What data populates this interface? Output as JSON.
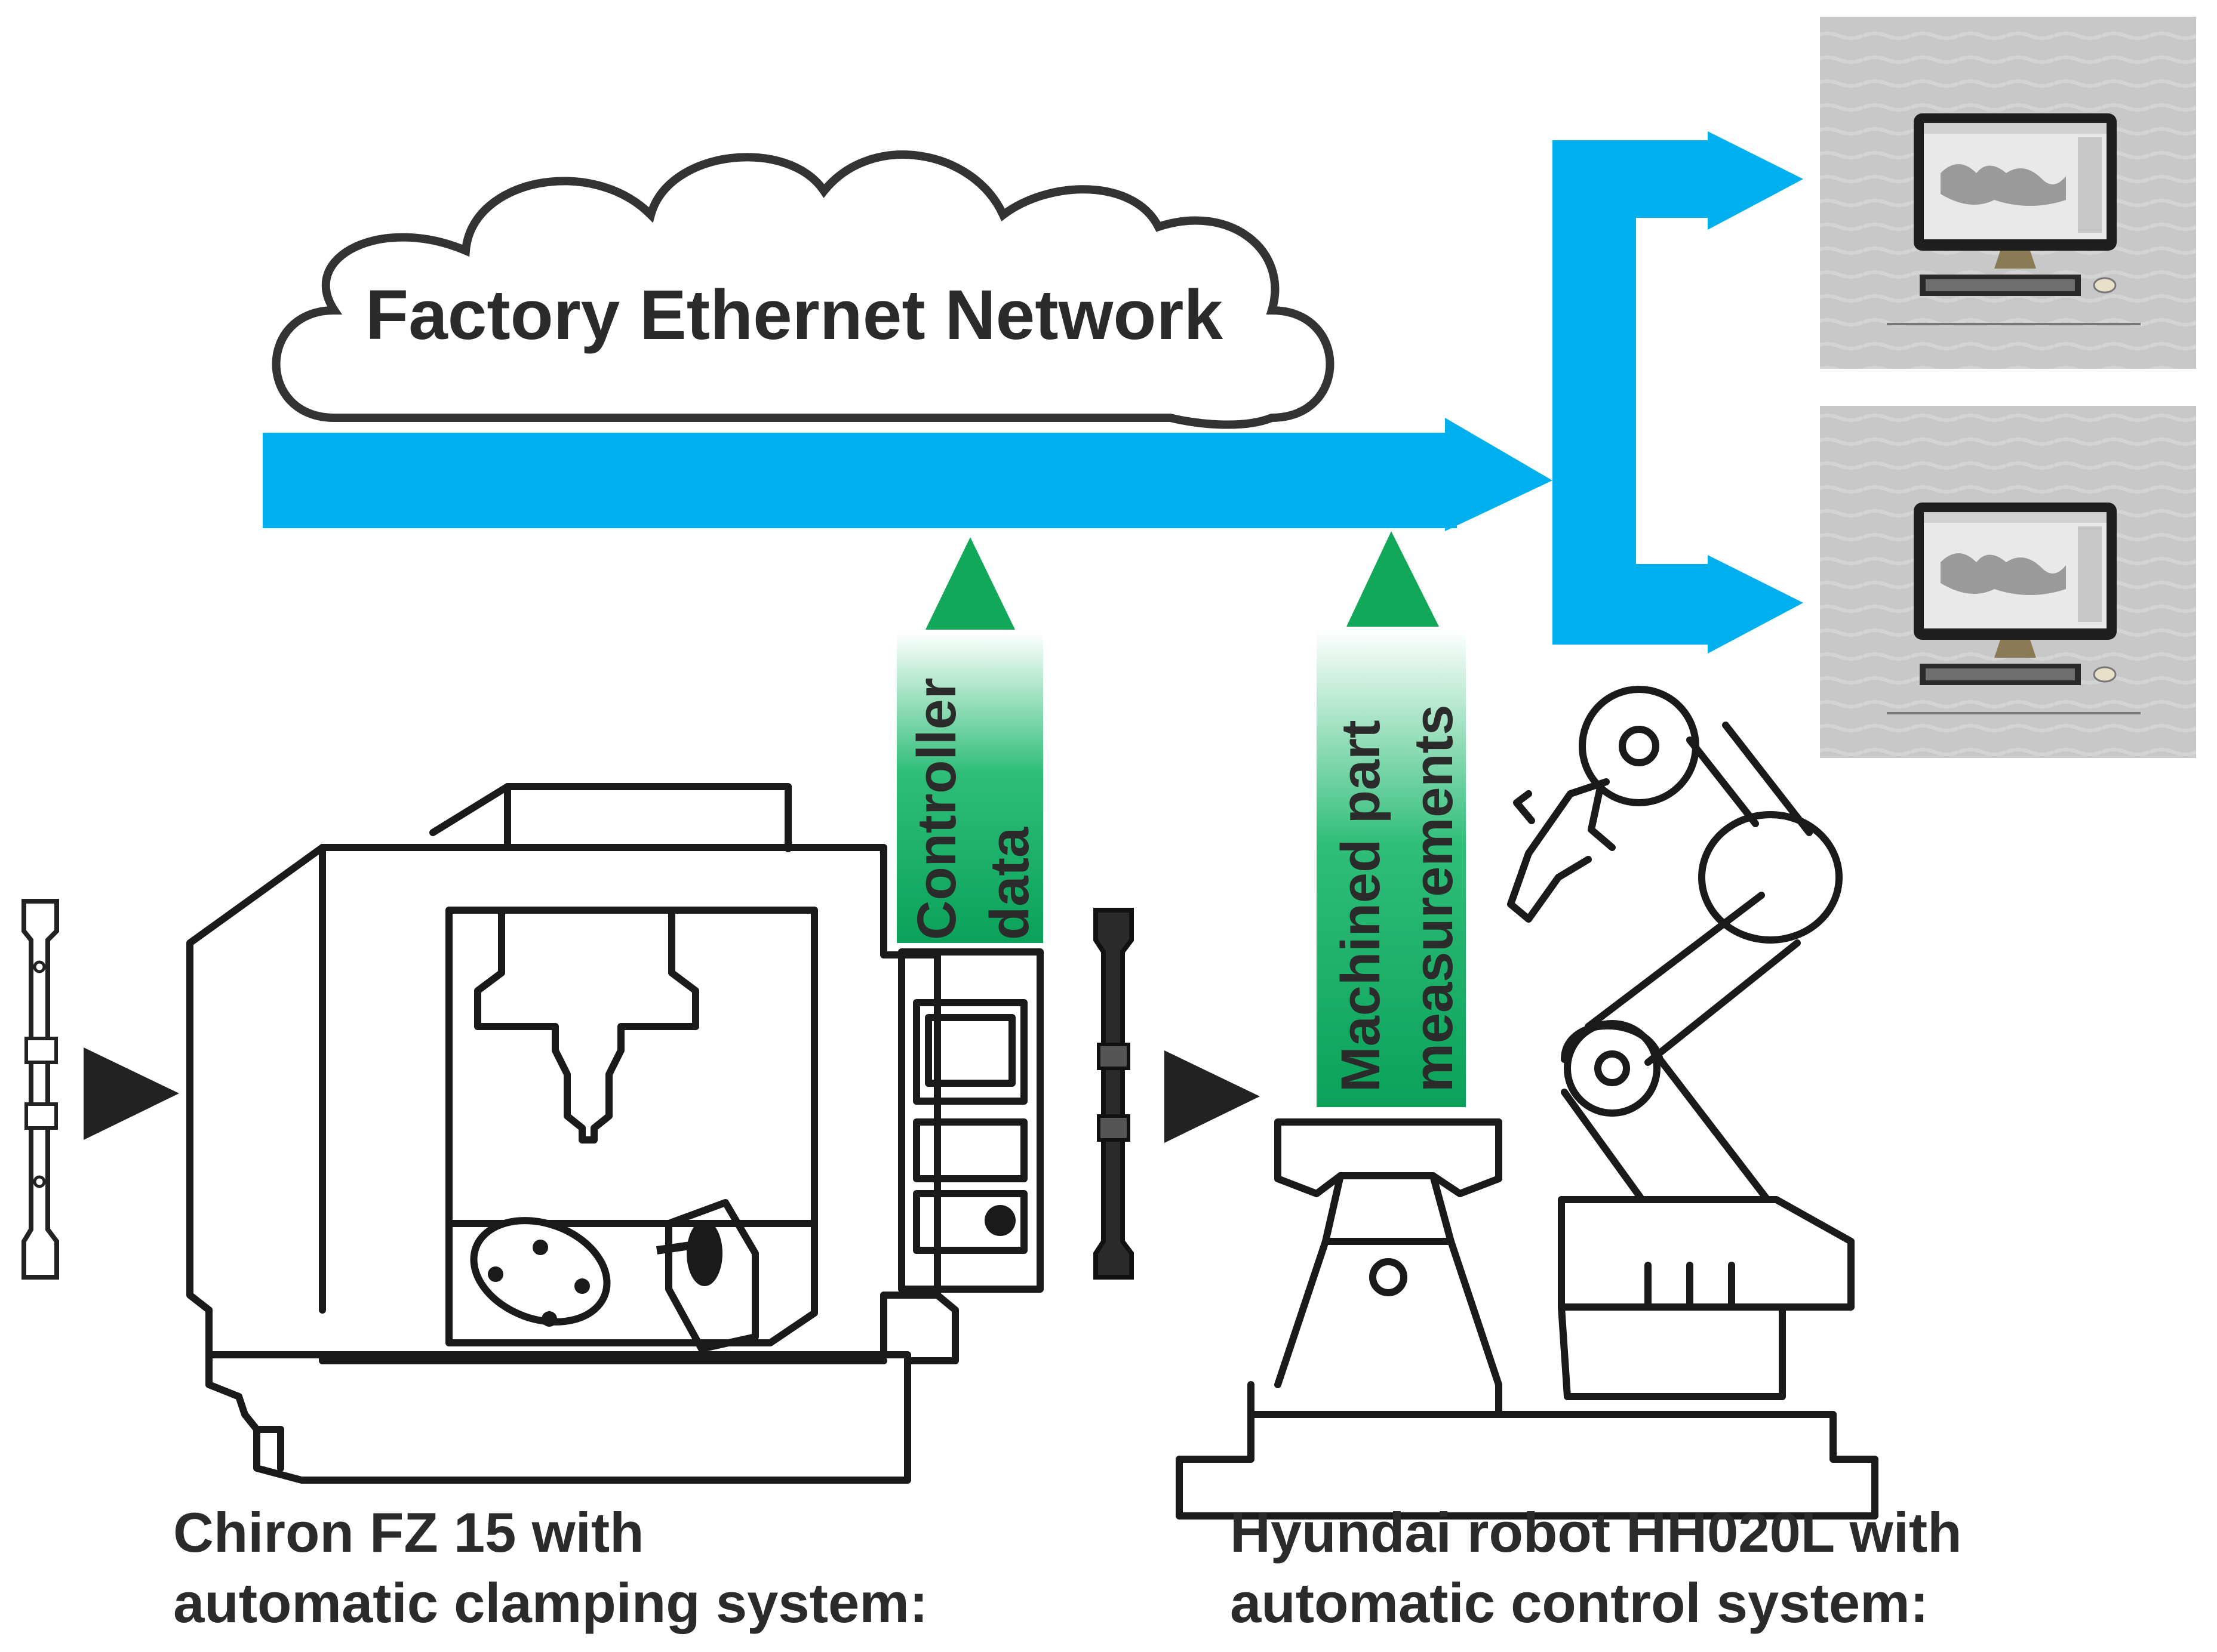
{
  "cloud": {
    "label": "Factory Ethernet Network"
  },
  "flows": {
    "controller": {
      "line1": "Controller",
      "line2": "data"
    },
    "measurements": {
      "line1": "Machined part",
      "line2": "measurements"
    }
  },
  "machines": {
    "chiron": {
      "line1": "Chiron FZ 15 with",
      "line2": "automatic clamping system:"
    },
    "hyundai": {
      "line1": "Hyundai robot HH020L with",
      "line2": "automatic control system:"
    }
  },
  "colors": {
    "network_arrow": "#00b0ee",
    "upload_arrow": "#12a85a",
    "monitor_panel": "#c9c9c9",
    "text": "#2b2b2b"
  },
  "icons": [
    "cloud-icon",
    "computer-monitor-icon",
    "cnc-machine-icon",
    "robot-arm-icon",
    "clamp-fixture-icon",
    "play-triangle-icon"
  ]
}
